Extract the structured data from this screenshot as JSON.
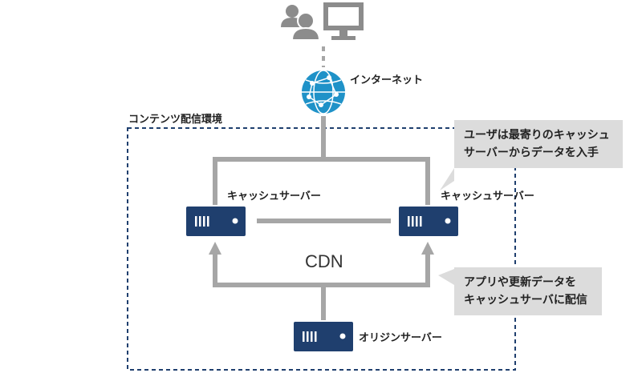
{
  "labels": {
    "internet": "インターネット",
    "environment": "コンテンツ配信環境",
    "cache_left": "キャッシュサーバー",
    "cache_right": "キャッシュサーバー",
    "cdn": "CDN",
    "origin": "オリジンサーバー"
  },
  "callouts": {
    "top_line1": "ユーザは最寄りのキャッシュ",
    "top_line2": "サーバーからデータを入手",
    "bottom_line1": "アプリや更新データを",
    "bottom_line2": "キャッシュサーバに配信"
  },
  "icons": {
    "users": "users-icon",
    "monitor": "monitor-icon",
    "globe": "globe-icon",
    "server": "server-icon"
  },
  "colors": {
    "server": "#1f3f6e",
    "globe": "#1f92c8",
    "connector": "#a6a6a6",
    "callout_bg": "#dcdcdc",
    "dashed_border": "#1f3f6e"
  }
}
